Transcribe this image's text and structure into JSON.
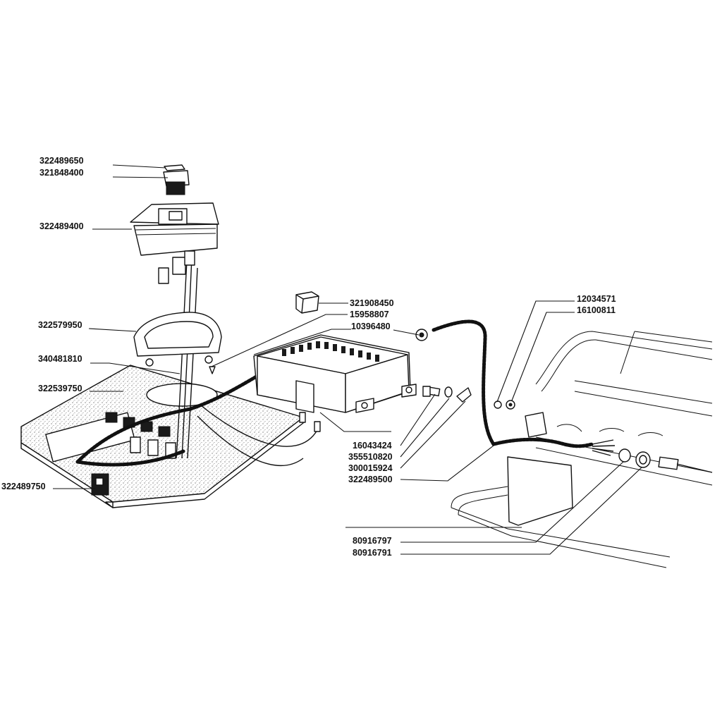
{
  "parts": {
    "p322489650": "322489650",
    "p321848400": "321848400",
    "p322489400": "322489400",
    "p322579950": "322579950",
    "p340481810": "340481810",
    "p322539750": "322539750",
    "p322489750": "322489750",
    "p321908450": "321908450",
    "p15958807": "15958807",
    "p10396480": "10396480",
    "p16043424": "16043424",
    "p355510820": "355510820",
    "p300015924": "300015924",
    "p322489500": "322489500",
    "p12034571": "12034571",
    "p16100811": "16100811",
    "p80916797": "80916797",
    "p80916791": "80916791"
  }
}
